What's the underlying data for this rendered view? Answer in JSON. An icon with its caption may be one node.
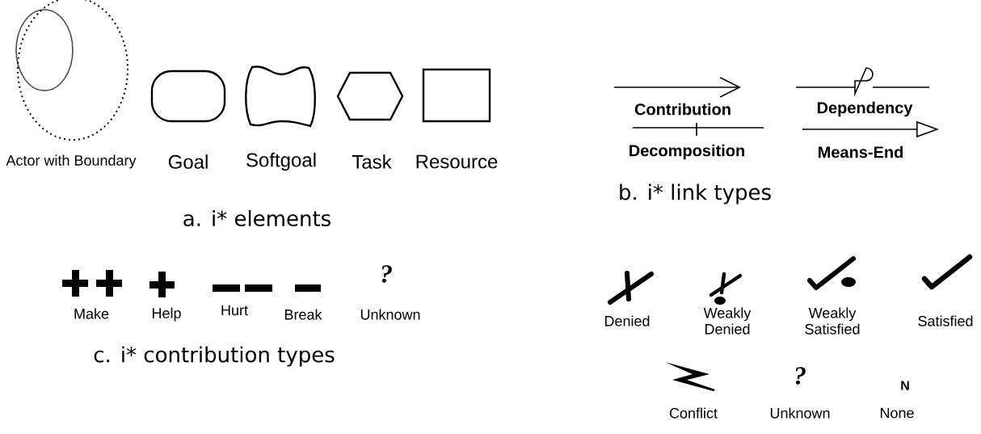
{
  "diagram": {
    "nodes": [
      {
        "text": [
          "Actor with Boundary"
        ]
      },
      {
        "text": [
          "Goal"
        ]
      },
      {
        "text": [
          "Softgoal"
        ]
      },
      {
        "text": [
          "Task"
        ]
      },
      {
        "text": [
          "Resource"
        ]
      }
    ],
    "labels": [
      "Contribution",
      "Dependency",
      "Decomposition",
      "Means-End",
      "a.   i* elements",
      "b.   i* link types",
      "?",
      "Make",
      "Help",
      "Hurt",
      "Break",
      "Unknown",
      "Denied",
      "Weakly Denied",
      "Weakly Satisfied",
      "Satisfied",
      "c.   i* contribution types",
      "?",
      "N",
      "Conflict",
      "Unknown",
      "None"
    ]
  }
}
